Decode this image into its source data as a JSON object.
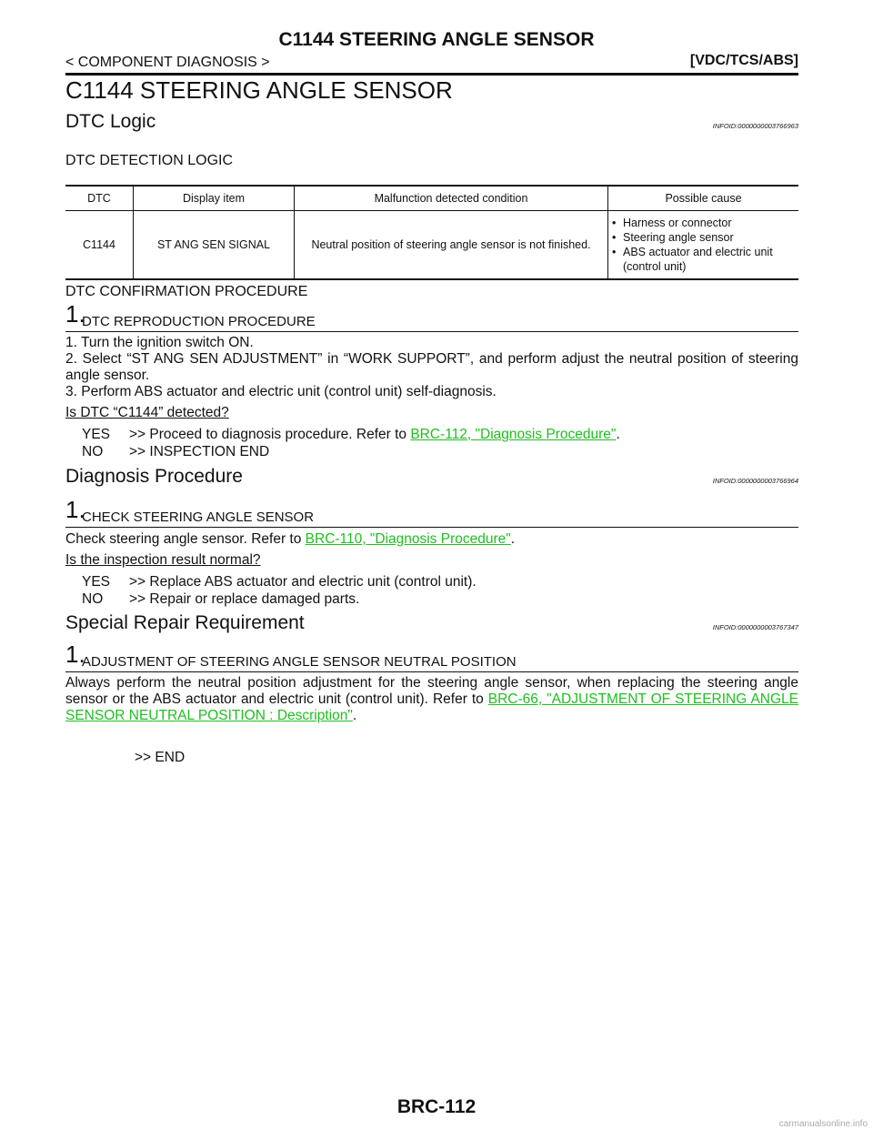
{
  "header": {
    "title": "C1144 STEERING ANGLE SENSOR",
    "breadcrumb": "< COMPONENT DIAGNOSIS >",
    "system": "[VDC/TCS/ABS]"
  },
  "page_title": "C1144 STEERING ANGLE SENSOR",
  "dtc_logic": {
    "heading": "DTC Logic",
    "infoid": "INFOID:0000000003766963",
    "detection_logic_heading": "DTC DETECTION LOGIC",
    "table": {
      "columns": [
        "DTC",
        "Display item",
        "Malfunction detected condition",
        "Possible cause"
      ],
      "row": {
        "dtc": "C1144",
        "display_item": "ST ANG SEN SIGNAL",
        "condition": "Neutral position of steering angle sensor is not finished.",
        "causes": [
          "Harness or connector",
          "Steering angle sensor",
          "ABS actuator and electric unit (control unit)"
        ]
      }
    },
    "confirmation_heading": "DTC CONFIRMATION PROCEDURE",
    "step": {
      "num": "1.",
      "title": "DTC REPRODUCTION PROCEDURE"
    },
    "instructions": [
      "1. Turn the ignition switch ON.",
      "2. Select “ST ANG SEN ADJUSTMENT” in “WORK SUPPORT”, and perform adjust the neutral position of steering angle sensor.",
      "3. Perform ABS actuator and electric unit (control unit) self-diagnosis."
    ],
    "question": "Is DTC “C1144” detected?",
    "yes_key": "YES",
    "yes_text": ">> Proceed to diagnosis procedure. Refer to ",
    "yes_link": "BRC-112, \"Diagnosis Procedure\"",
    "yes_suffix": ".",
    "no_key": "NO",
    "no_text": ">> INSPECTION END"
  },
  "diagnosis": {
    "heading": "Diagnosis Procedure",
    "infoid": "INFOID:0000000003766964",
    "step": {
      "num": "1.",
      "title": "CHECK STEERING ANGLE SENSOR"
    },
    "text": "Check steering angle sensor. Refer to ",
    "link": "BRC-110, \"Diagnosis Procedure\"",
    "suffix": ".",
    "question": "Is the inspection result normal?",
    "yes_key": "YES",
    "yes_text": ">> Replace ABS actuator and electric unit (control unit).",
    "no_key": "NO",
    "no_text": ">> Repair or replace damaged parts."
  },
  "special": {
    "heading": "Special Repair Requirement",
    "infoid": "INFOID:0000000003767347",
    "step": {
      "num": "1.",
      "title": "ADJUSTMENT OF STEERING ANGLE SENSOR NEUTRAL POSITION"
    },
    "text": "Always perform the neutral position adjustment for the steering angle sensor, when replacing the steering angle sensor or the ABS actuator and electric unit (control unit). Refer to ",
    "link": "BRC-66, \"ADJUSTMENT OF STEERING ANGLE SENSOR NEUTRAL POSITION : Description\"",
    "suffix": ".",
    "end": ">> END"
  },
  "footer": {
    "page": "BRC-112"
  },
  "watermark": "carmanualsonline.info"
}
